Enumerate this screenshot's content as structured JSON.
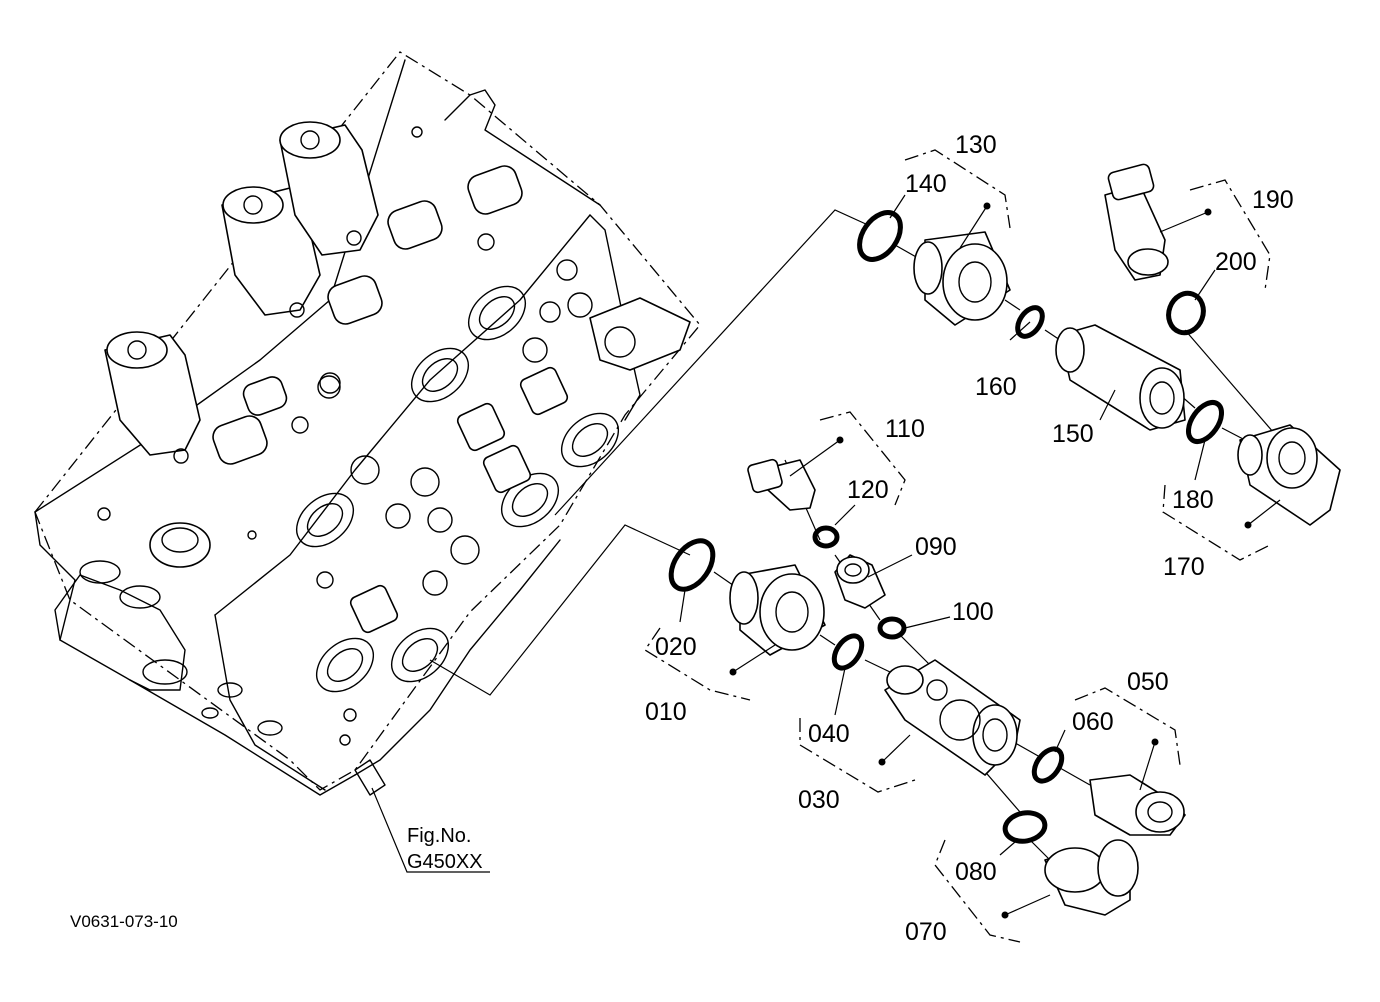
{
  "figure": {
    "fig_label": "Fig.No.",
    "fig_number": "G450XX",
    "drawing_code": "V0631-073-10"
  },
  "callouts": {
    "p010": "010",
    "p020": "020",
    "p030": "030",
    "p040": "040",
    "p050": "050",
    "p060": "060",
    "p070": "070",
    "p080": "080",
    "p090": "090",
    "p100": "100",
    "p110": "110",
    "p120": "120",
    "p130": "130",
    "p140": "140",
    "p150": "150",
    "p160": "160",
    "p170": "170",
    "p180": "180",
    "p190": "190",
    "p200": "200"
  }
}
